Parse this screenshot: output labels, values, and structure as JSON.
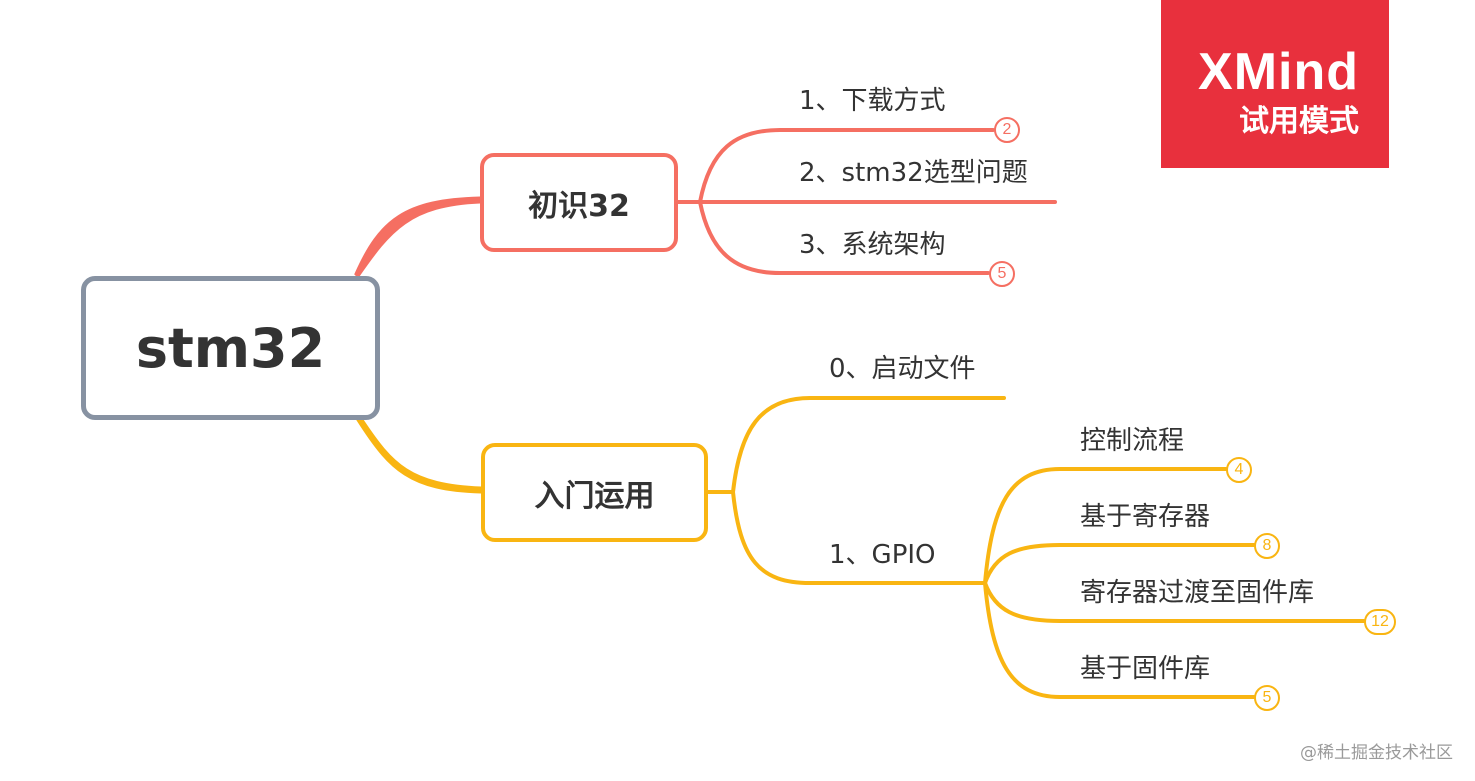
{
  "mindmap": {
    "root": {
      "label": "stm32"
    },
    "branches": [
      {
        "label": "初识32",
        "color": "#F56F62",
        "children": [
          {
            "label": "1、下载方式",
            "badge": "2"
          },
          {
            "label": "2、stm32选型问题",
            "badge": ""
          },
          {
            "label": "3、系统架构",
            "badge": "5"
          }
        ]
      },
      {
        "label": "入门运用",
        "color": "#F9B512",
        "children": [
          {
            "label": "0、启动文件",
            "badge": ""
          },
          {
            "label": "1、GPIO",
            "badge": "",
            "children": [
              {
                "label": "控制流程",
                "badge": "4"
              },
              {
                "label": "基于寄存器",
                "badge": "8"
              },
              {
                "label": "寄存器过渡至固件库",
                "badge": "12"
              },
              {
                "label": "基于固件库",
                "badge": "5"
              }
            ]
          }
        ]
      }
    ],
    "root_color": "#8792A2"
  },
  "watermark": {
    "brand": "XMind",
    "mode": "试用模式",
    "color": "#E8303D"
  },
  "footer": {
    "credit": "@稀土掘金技术社区"
  }
}
